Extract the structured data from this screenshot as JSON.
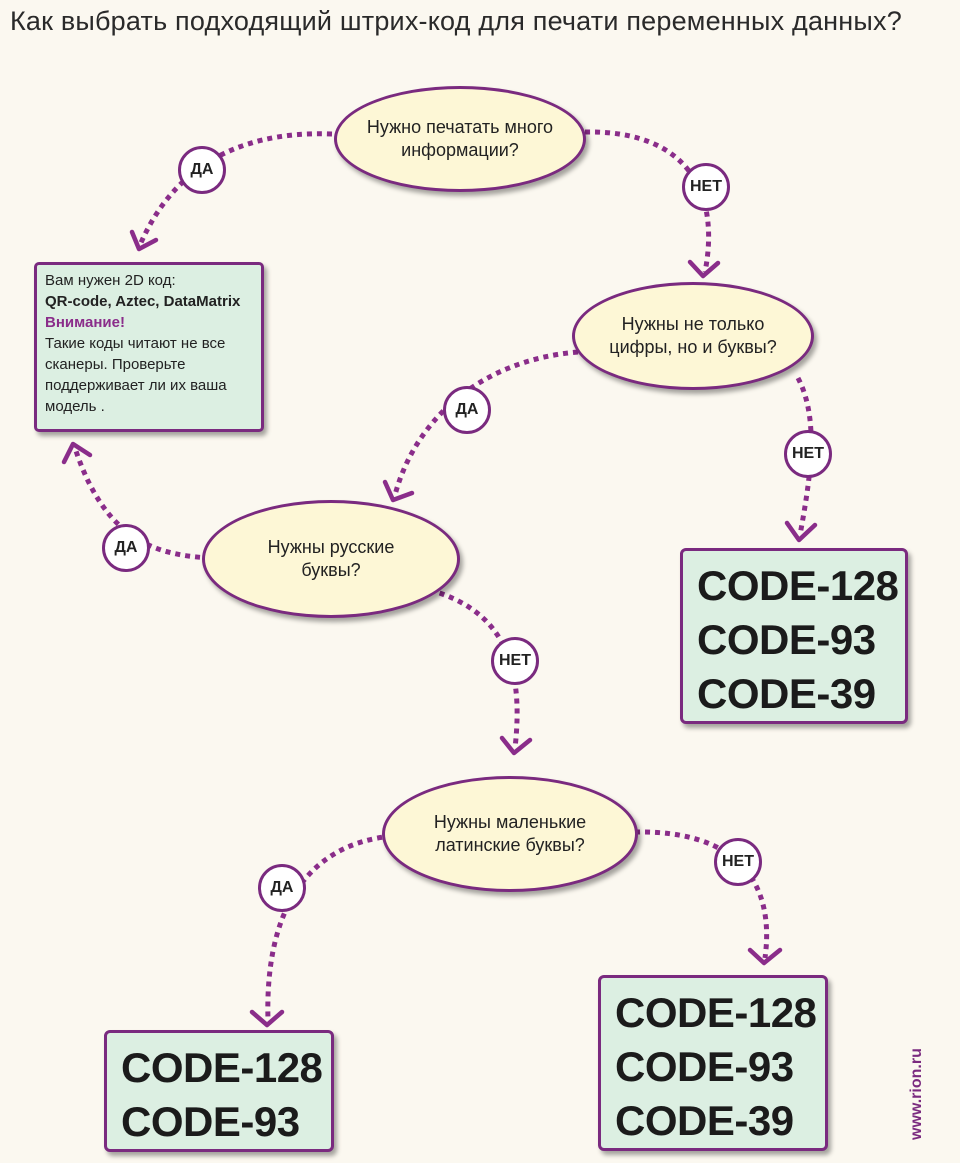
{
  "title": "Как выбрать подходящий штрих-код для печати переменных данных?",
  "questions": {
    "q1": "Нужно печатать много информации?",
    "q2": "Нужны не только цифры, но и буквы?",
    "q3": "Нужны русские буквы?",
    "q4": "Нужны маленькие латинские буквы?"
  },
  "labels": {
    "yes": "ДА",
    "no": "НЕТ"
  },
  "note": {
    "line1": "Вам нужен 2D код:",
    "codes": "QR-code, Aztec, DataMatrix",
    "warning": "Внимание!",
    "text": "Такие коды читают не все сканеры. Проверьте поддерживает ли их ваша модель ."
  },
  "results": {
    "r1": [
      "CODE-128",
      "CODE-93",
      "CODE-39"
    ],
    "r2": [
      "CODE-128",
      "CODE-93"
    ],
    "r3": [
      "CODE-128",
      "CODE-93",
      "CODE-39"
    ]
  },
  "watermark": "www.rion.ru",
  "colors": {
    "accent": "#7a2a7f",
    "question_fill": "#fdf7d6",
    "result_fill": "#dcefe2",
    "background": "#fbf8f0"
  }
}
